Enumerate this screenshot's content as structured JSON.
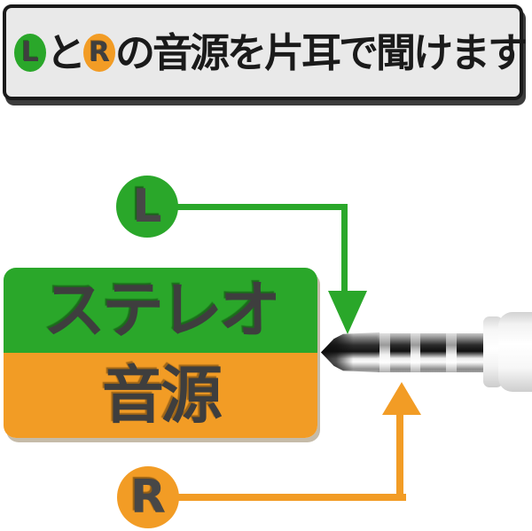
{
  "banner": {
    "left_chip": "L",
    "connector": "と",
    "right_chip": "R",
    "rest": "の音源を片耳で聞けます"
  },
  "diagram": {
    "left_channel_label": "L",
    "right_channel_label": "R",
    "source_box": {
      "top_label": "ステレオ",
      "bottom_label": "音源"
    }
  },
  "colors": {
    "green": "#2aa72a",
    "orange": "#f29c25",
    "banner_background": "#e9e9e9",
    "banner_border": "#1a1a1a",
    "letter_gray": "#3f3f3f",
    "page_background": "#ffffff"
  }
}
